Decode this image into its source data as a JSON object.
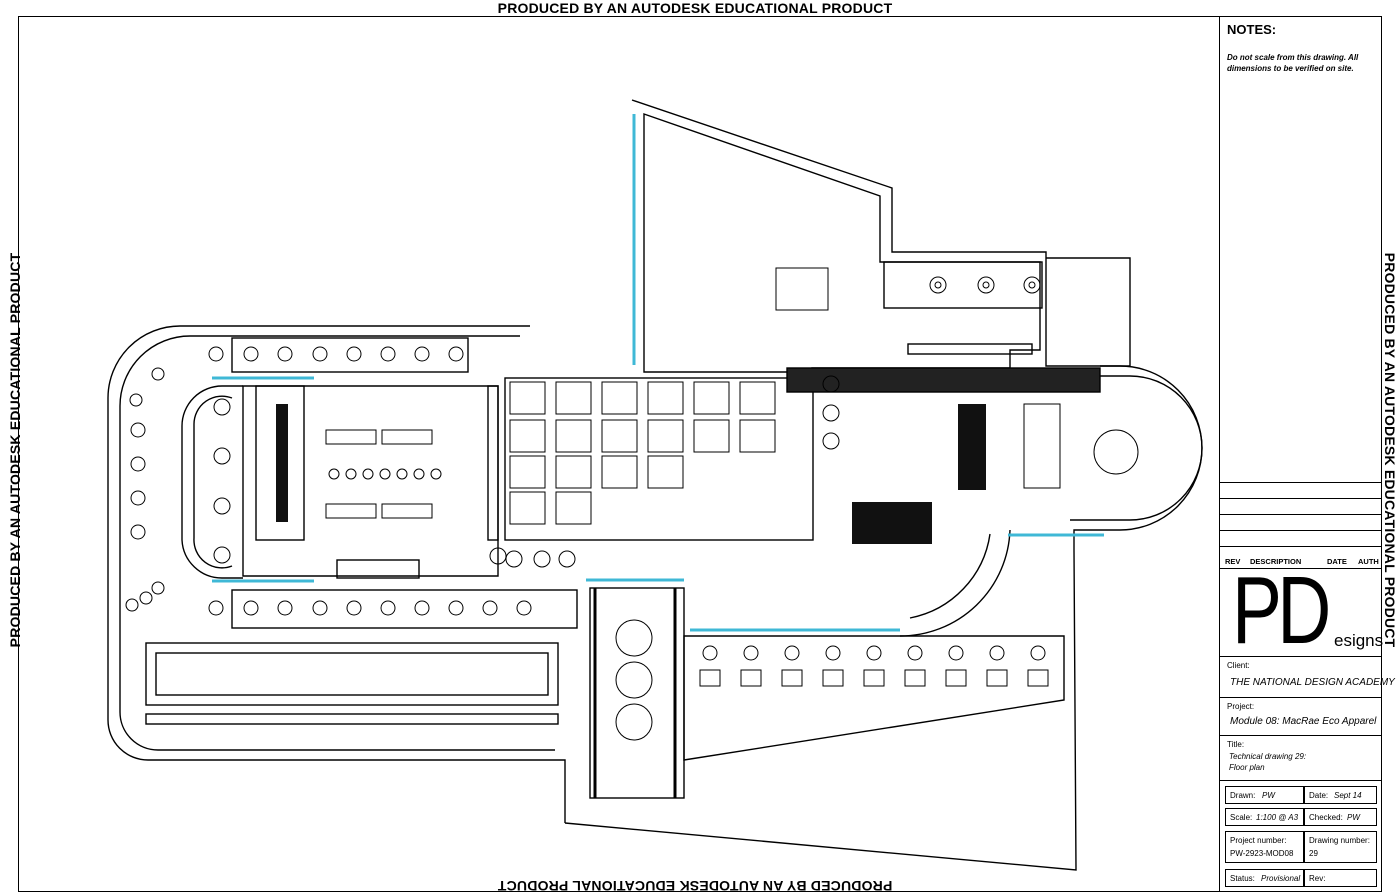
{
  "watermark": "PRODUCED BY AN AUTODESK EDUCATIONAL PRODUCT",
  "notes": {
    "heading": "NOTES:",
    "text": "Do not scale from this drawing. All dimensions to be verified on site."
  },
  "revision_table": {
    "rev": "REV",
    "description": "DESCRIPTION",
    "date": "DATE",
    "auth": "AUTH"
  },
  "logo": {
    "big": "PD",
    "small": "esigns"
  },
  "client": {
    "label": "Client:",
    "value": "THE NATIONAL DESIGN ACADEMY"
  },
  "project": {
    "label": "Project:",
    "value": "Module 08: MacRae Eco Apparel"
  },
  "title": {
    "label": "Title:",
    "line1": "Technical drawing 29:",
    "line2": "Floor plan"
  },
  "drawn": {
    "label": "Drawn:",
    "value": "PW"
  },
  "date": {
    "label": "Date:",
    "value": "Sept 14"
  },
  "scale": {
    "label": "Scale:",
    "value": "1:100 @ A3"
  },
  "checked": {
    "label": "Checked:",
    "value": "PW"
  },
  "project_number": {
    "label": "Project number:",
    "value": "PW-2923-MOD08"
  },
  "drawing_number": {
    "label": "Drawing number:",
    "value": "29"
  },
  "status": {
    "label": "Status:",
    "value": "Provisional"
  },
  "rev": {
    "label": "Rev:",
    "value": ""
  },
  "colors": {
    "glazing": "#3fb8d6",
    "line": "#000000"
  }
}
